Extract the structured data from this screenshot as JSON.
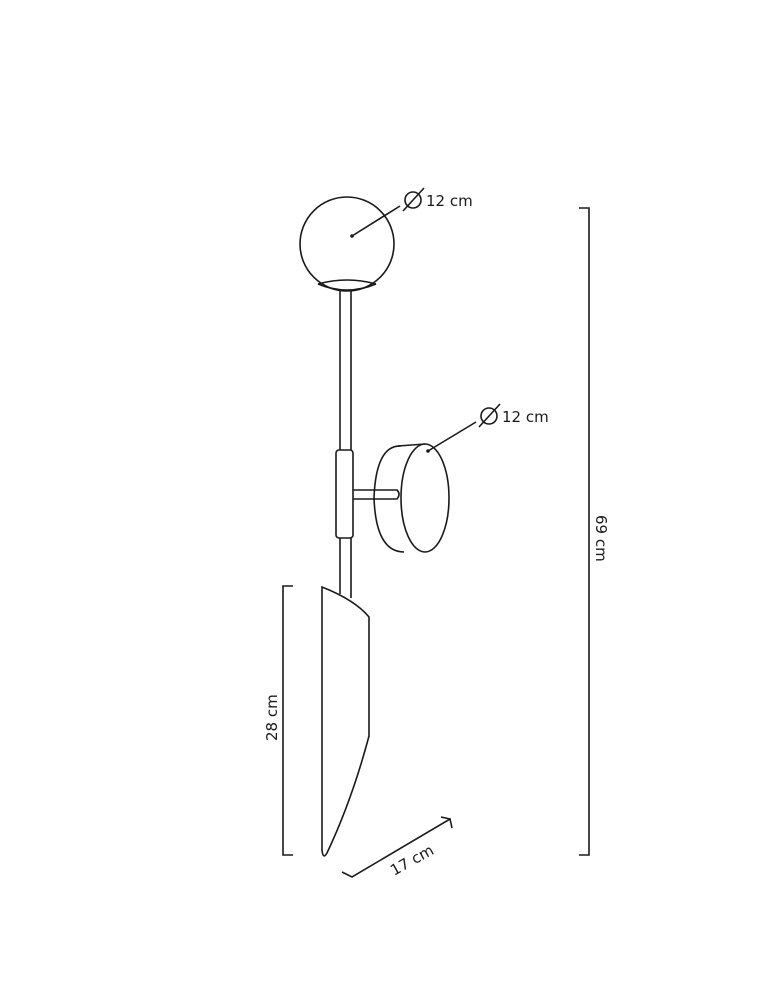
{
  "diagram": {
    "subject": "Wall lamp dimension drawing",
    "colors": {
      "line": "#1a1a1a",
      "background": "#ffffff"
    },
    "labels": {
      "globe_diameter": "12 cm",
      "wall_plate_diameter": "12 cm",
      "total_height": "69 cm",
      "shade_height": "28 cm",
      "shade_depth": "17 cm"
    },
    "symbols": {
      "diameter": "diameter-symbol"
    }
  }
}
